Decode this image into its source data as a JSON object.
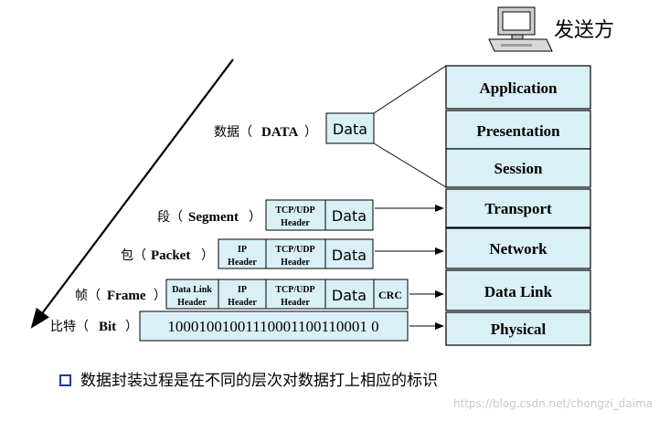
{
  "sender": {
    "label": "发送方",
    "icon": "computer-icon"
  },
  "layers": [
    "Application",
    "Presentation",
    "Session",
    "Transport",
    "Network",
    "Data Link",
    "Physical"
  ],
  "units": {
    "data": {
      "cn": "数据（",
      "en": "DATA",
      "close": "）",
      "payload": "Data"
    },
    "segment": {
      "cn": "段（",
      "en": "Segment",
      "close": "）",
      "header": [
        "TCP/UDP",
        "Header"
      ],
      "payload": "Data"
    },
    "packet": {
      "cn": "包（",
      "en": "Packet",
      "close": "）",
      "ip_header": [
        "IP",
        "Header"
      ],
      "tcp_header": [
        "TCP/UDP",
        "Header"
      ],
      "payload": "Data"
    },
    "frame": {
      "cn": "帧（",
      "en": "Frame",
      "close": "）",
      "dl_header": [
        "Data Link",
        "Header"
      ],
      "ip_header": [
        "IP",
        "Header"
      ],
      "tcp_header": [
        "TCP/UDP",
        "Header"
      ],
      "payload": "Data",
      "trailer": "CRC"
    },
    "bit": {
      "cn": "比特（",
      "en": "Bit",
      "close": "）",
      "bits": "10001001001110001100110001 0"
    }
  },
  "caption": "数据封装过程是在不同的层次对数据打上相应的标识",
  "watermark": "https://blog.csdn.net/chongzi_daima",
  "colors": {
    "box_fill": "#d9f0f7",
    "bullet": "#1f3b8c"
  }
}
